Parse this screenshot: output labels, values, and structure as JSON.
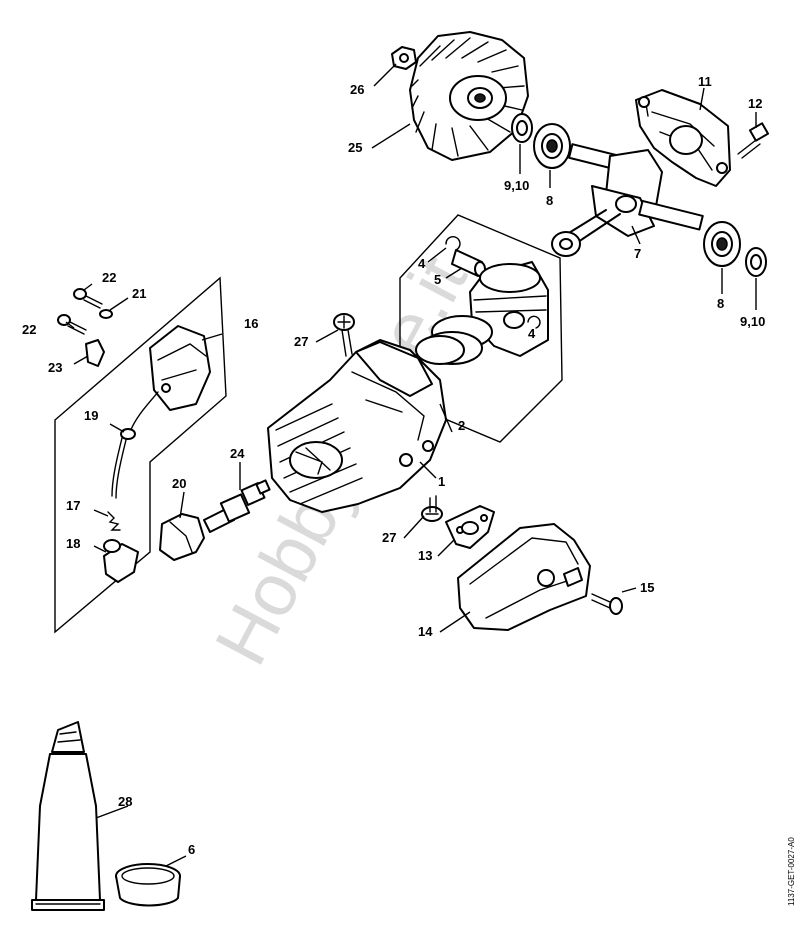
{
  "drawing": {
    "id": "1137-GET-0027-A0",
    "watermark": "HobbyStore.it"
  },
  "callouts": {
    "c1": "1",
    "c2": "2",
    "c4a": "4",
    "c4b": "4",
    "c5": "5",
    "c6": "6",
    "c7": "7",
    "c8a": "8",
    "c8b": "8",
    "c910a": "9,10",
    "c910b": "9,10",
    "c11": "11",
    "c12": "12",
    "c13": "13",
    "c14": "14",
    "c15": "15",
    "c16": "16",
    "c17": "17",
    "c18": "18",
    "c19": "19",
    "c20": "20",
    "c21": "21",
    "c22a": "22",
    "c22b": "22",
    "c23": "23",
    "c24": "24",
    "c25": "25",
    "c26": "26",
    "c27a": "27",
    "c27b": "27",
    "c28": "28"
  },
  "colors": {
    "line": "#000000",
    "background": "#ffffff",
    "watermark": "#bdbdbd"
  }
}
